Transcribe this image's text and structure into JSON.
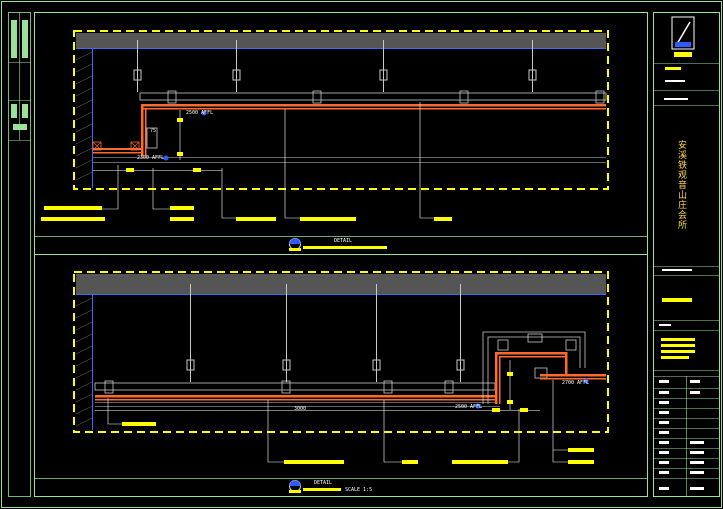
{
  "drawing": {
    "project_name": "安溪铁观音山庄会所",
    "detail_top_title": "DETAIL",
    "detail_bottom_title": "DETAIL",
    "detail_bottom_scale": "SCALE 1:5",
    "top_level_mark_1": "2500 AFFL",
    "top_level_mark_2": "2300 AFFL",
    "bottom_level_mark_1": "2700 AFFL",
    "bottom_level_mark_2": "2500 AFFL",
    "bottom_dim_label": "3000",
    "top_dim_label": "75"
  },
  "colors": {
    "background": "#000000",
    "frame": "#7fbf7f",
    "bar": "#ffff00",
    "ceiling": "#555555",
    "gypsum": "#ff6a2a",
    "steel": "#c8c8c8",
    "blue": "#3a6cff",
    "white": "#ffffff"
  }
}
